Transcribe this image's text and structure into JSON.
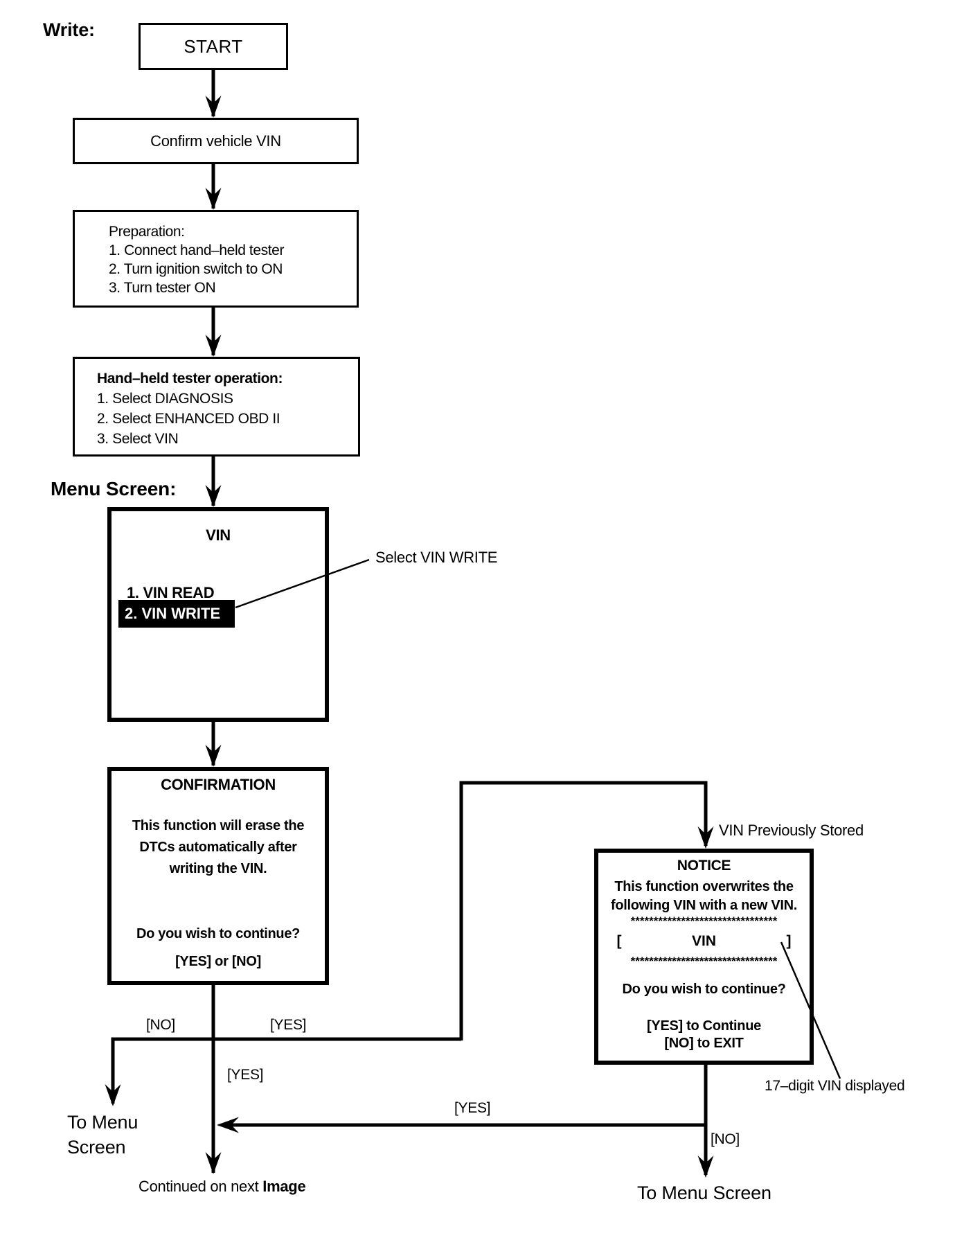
{
  "labels": {
    "write": "Write:",
    "menu_screen": "Menu Screen:",
    "select_vin_write": "Select VIN WRITE",
    "vin_previously_stored": "VIN Previously Stored",
    "vin_17_digit": "17–digit VIN displayed",
    "to_menu_line1": "To Menu",
    "to_menu_line2": "Screen",
    "continued_prefix": "Continued on next ",
    "continued_emphasis": "Image",
    "to_menu_screen": "To Menu Screen"
  },
  "edges": {
    "confirm_no": "[NO]",
    "confirm_yes": "[YES]",
    "continue_yes": "[YES]",
    "notice_yes_return": "[YES]",
    "notice_no": "[NO]"
  },
  "boxes": {
    "start": {
      "label": "START"
    },
    "confirm_vin": {
      "label": "Confirm vehicle VIN"
    },
    "preparation": {
      "title": "Preparation:",
      "items": [
        "1. Connect hand–held tester",
        "2. Turn ignition switch to ON",
        "3. Turn tester ON"
      ]
    },
    "tester_operation": {
      "title": "Hand–held tester operation:",
      "items": [
        "1. Select DIAGNOSIS",
        "2. Select ENHANCED OBD II",
        "3. Select VIN"
      ]
    },
    "vin_menu": {
      "title": "VIN",
      "items": [
        "1. VIN READ",
        "2. VIN WRITE"
      ]
    },
    "confirmation": {
      "title": "CONFIRMATION",
      "body": [
        "This function will erase the",
        "DTCs automatically after",
        "writing the VIN."
      ],
      "question": "Do you wish to continue?",
      "options": "[YES] or [NO]"
    },
    "notice": {
      "title": "NOTICE",
      "body": [
        "This function overwrites the",
        "following VIN with a new VIN."
      ],
      "stars_top": "********************************",
      "vin_field": {
        "open": "[",
        "label": "VIN",
        "close": "]"
      },
      "stars_bottom": "********************************",
      "question": "Do you wish to continue?",
      "yes_action": "[YES] to Continue",
      "no_action": "[NO] to EXIT"
    }
  },
  "colors": {
    "ink": "#000000",
    "paper": "#ffffff",
    "highlight_bg": "#000000",
    "highlight_text": "#ffffff"
  }
}
